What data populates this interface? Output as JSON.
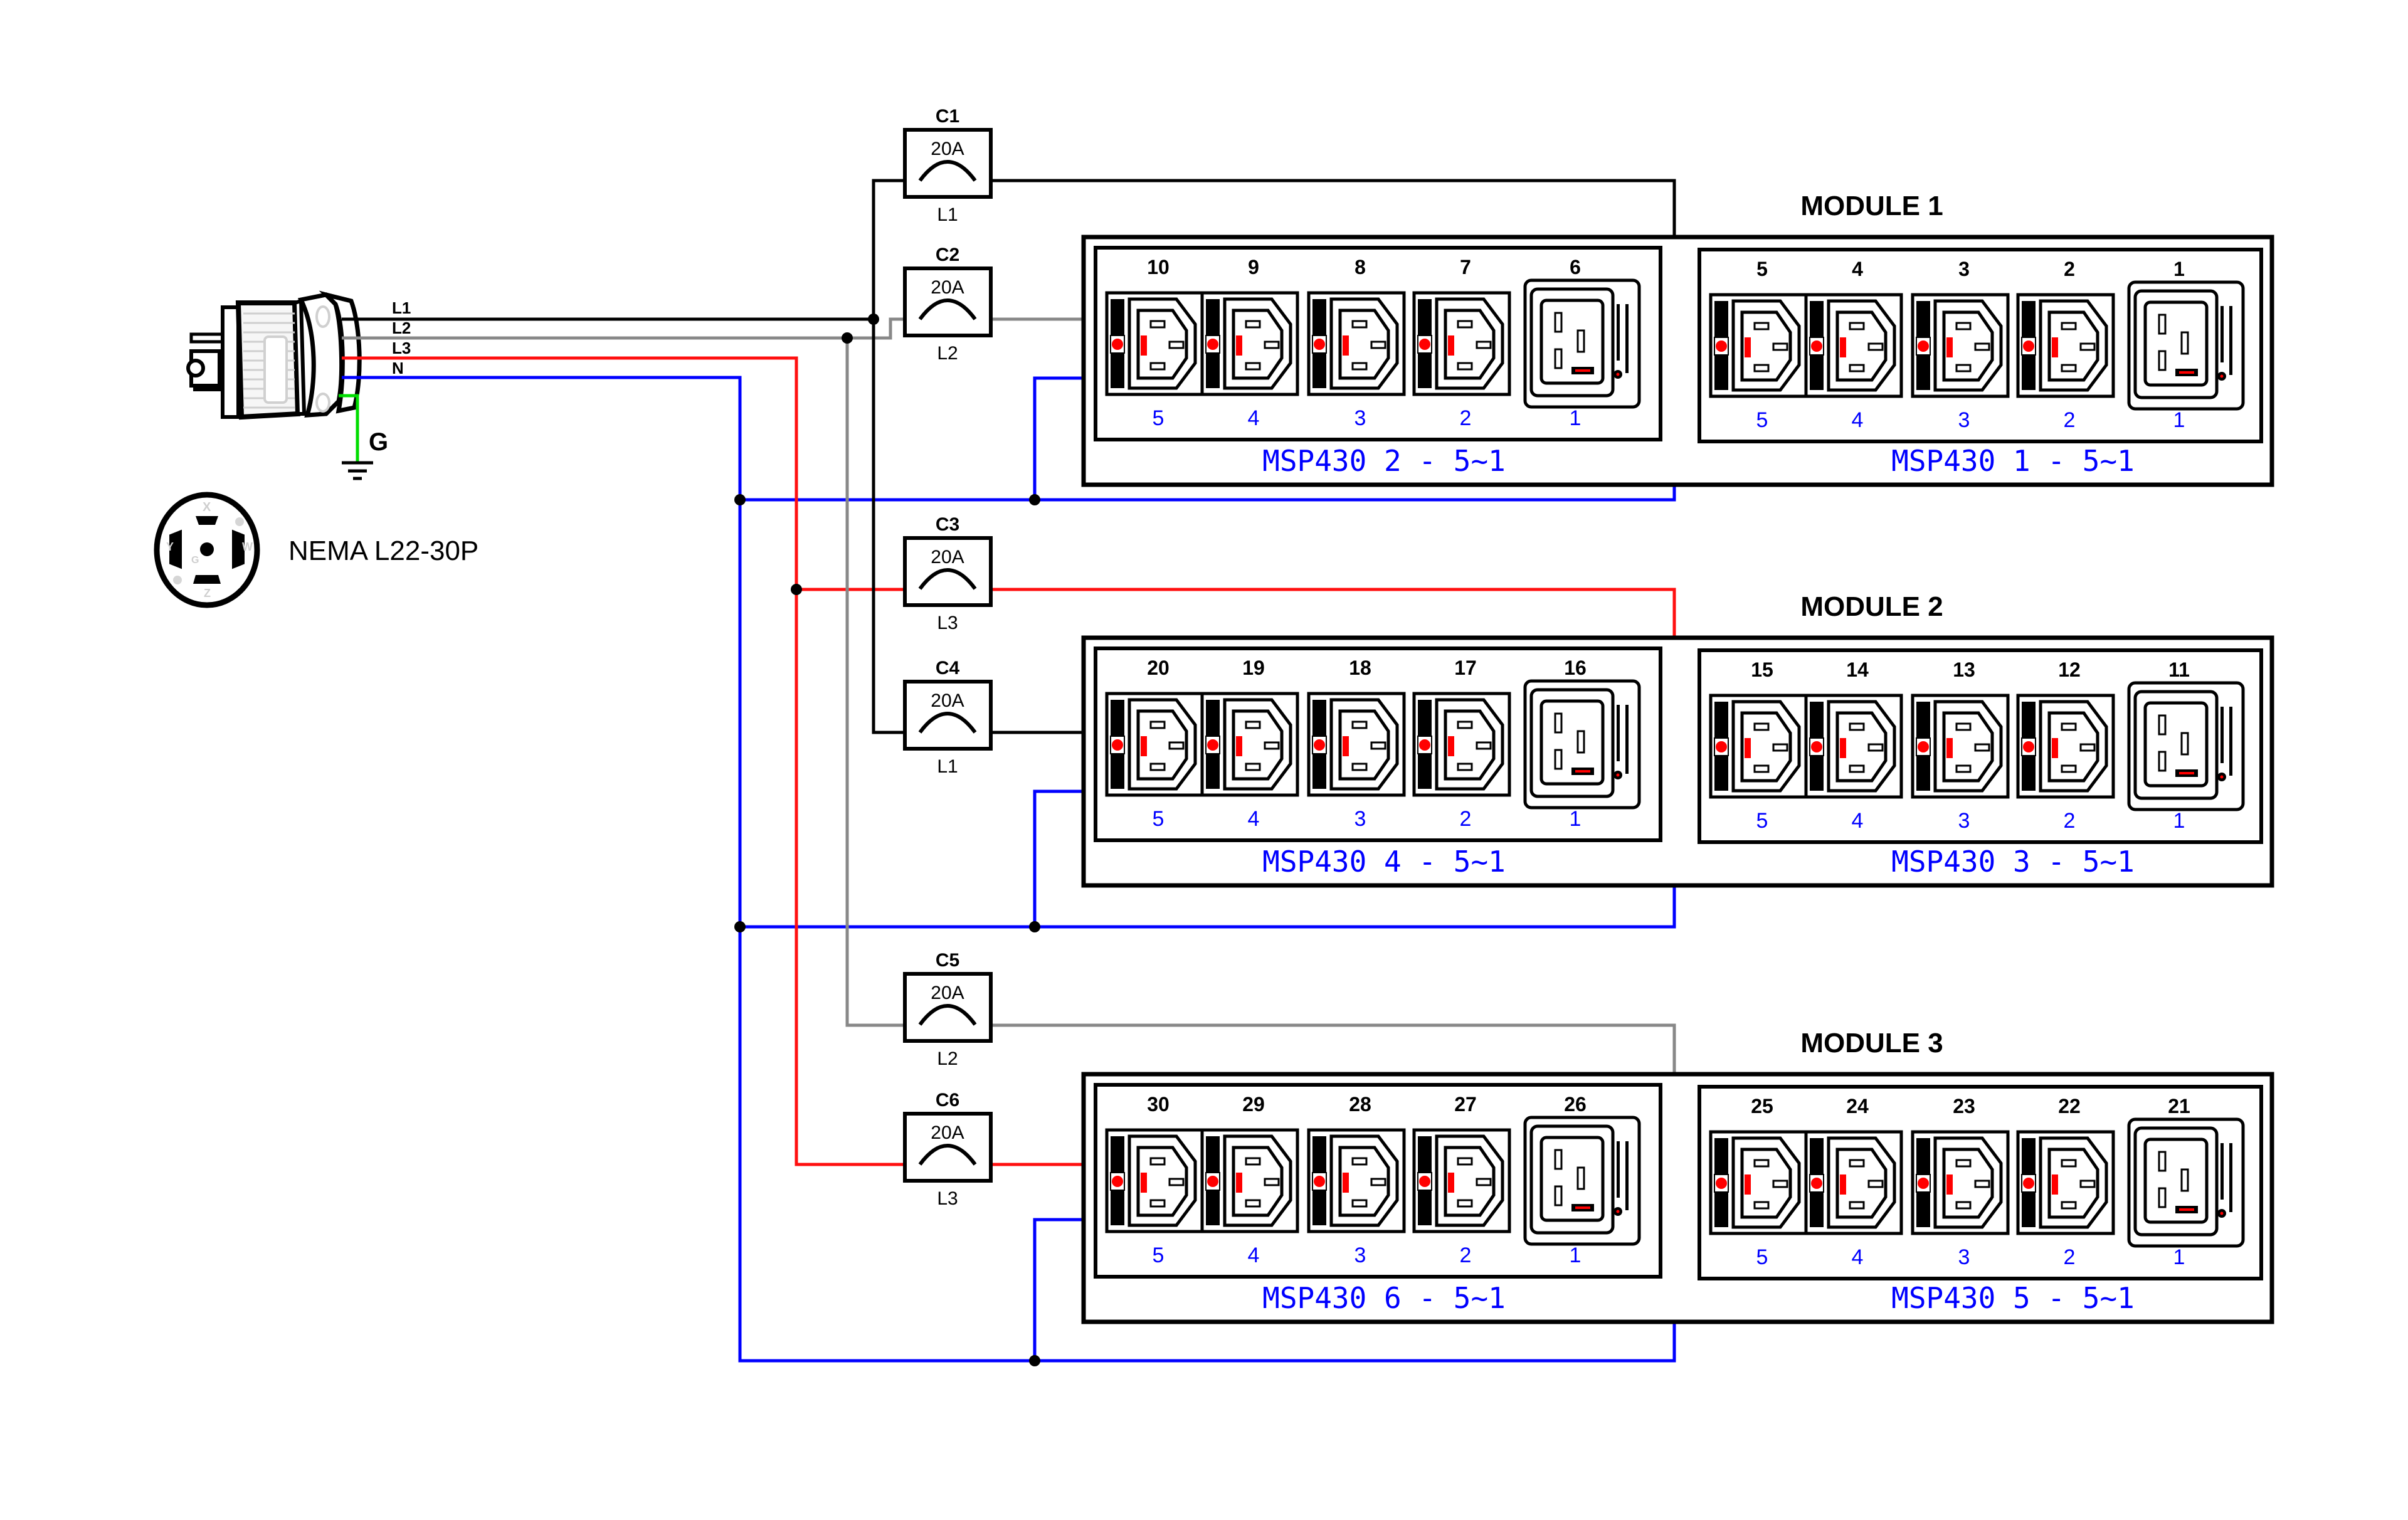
{
  "colors": {
    "L1": "#000000",
    "L2": "#888888",
    "L3": "#ff1010",
    "N": "#0000ff",
    "G": "#00dd00",
    "indicator": "#ff0000",
    "label_blue": "#0000ff"
  },
  "plug": {
    "wire_labels": [
      "L1",
      "L2",
      "L3",
      "N"
    ],
    "ground_label": "G",
    "face_label": "NEMA L22-30P",
    "face_pin_letters": [
      "X",
      "W",
      "Y",
      "Z",
      "G"
    ]
  },
  "breakers": [
    {
      "id": "C1",
      "rating": "20A",
      "phase": "L1"
    },
    {
      "id": "C2",
      "rating": "20A",
      "phase": "L2"
    },
    {
      "id": "C3",
      "rating": "20A",
      "phase": "L3"
    },
    {
      "id": "C4",
      "rating": "20A",
      "phase": "L1"
    },
    {
      "id": "C5",
      "rating": "20A",
      "phase": "L2"
    },
    {
      "id": "C6",
      "rating": "20A",
      "phase": "L3"
    }
  ],
  "modules": [
    {
      "title": "MODULE 1",
      "units": [
        {
          "name": "MSP430 2 - 5~1",
          "outlet_numbers": [
            "10",
            "9",
            "8",
            "7",
            "6"
          ],
          "position_labels": [
            "5",
            "4",
            "3",
            "2",
            "1"
          ]
        },
        {
          "name": "MSP430 1 - 5~1",
          "outlet_numbers": [
            "5",
            "4",
            "3",
            "2",
            "1"
          ],
          "position_labels": [
            "5",
            "4",
            "3",
            "2",
            "1"
          ]
        }
      ]
    },
    {
      "title": "MODULE 2",
      "units": [
        {
          "name": "MSP430 4 - 5~1",
          "outlet_numbers": [
            "20",
            "19",
            "18",
            "17",
            "16"
          ],
          "position_labels": [
            "5",
            "4",
            "3",
            "2",
            "1"
          ]
        },
        {
          "name": "MSP430 3 - 5~1",
          "outlet_numbers": [
            "15",
            "14",
            "13",
            "12",
            "11"
          ],
          "position_labels": [
            "5",
            "4",
            "3",
            "2",
            "1"
          ]
        }
      ]
    },
    {
      "title": "MODULE 3",
      "units": [
        {
          "name": "MSP430 6 - 5~1",
          "outlet_numbers": [
            "30",
            "29",
            "28",
            "27",
            "26"
          ],
          "position_labels": [
            "5",
            "4",
            "3",
            "2",
            "1"
          ]
        },
        {
          "name": "MSP430 5 - 5~1",
          "outlet_numbers": [
            "25",
            "24",
            "23",
            "22",
            "21"
          ],
          "position_labels": [
            "5",
            "4",
            "3",
            "2",
            "1"
          ]
        }
      ]
    }
  ]
}
